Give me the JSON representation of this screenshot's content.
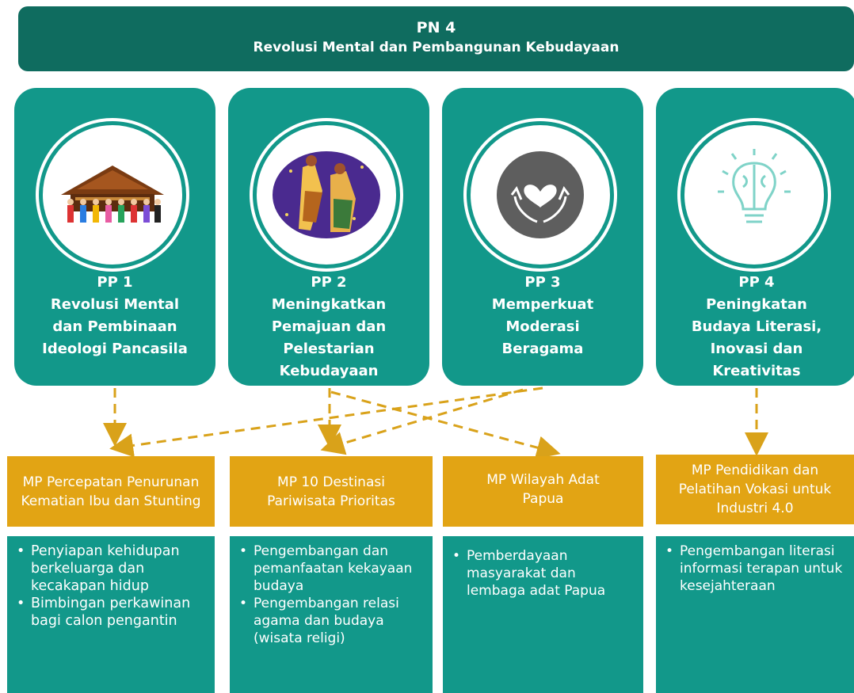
{
  "header": {
    "code": "PN 4",
    "title": "Revolusi Mental dan Pembangunan Kebudayaan"
  },
  "pillars": [
    {
      "code": "PP 1",
      "title": "Revolusi Mental dan Pembinaan Ideologi Pancasila",
      "icon": "traditional-house-people-icon"
    },
    {
      "code": "PP 2",
      "title": "Meningkatkan Pemajuan dan Pelestarian Kebudayaan",
      "icon": "traditional-dancers-icon"
    },
    {
      "code": "PP 3",
      "title": "Memperkuat Moderasi Beragama",
      "icon": "hands-heart-icon"
    },
    {
      "code": "PP 4",
      "title": "Peningkatan Budaya Literasi, Inovasi dan Kreativitas",
      "icon": "brain-lightbulb-icon"
    }
  ],
  "programs": [
    {
      "title": "MP Percepatan Penurunan Kematian Ibu dan Stunting",
      "items": [
        "Penyiapan kehidupan berkeluarga dan kecakapan hidup",
        "Bimbingan perkawinan bagi calon pengantin"
      ]
    },
    {
      "title": "MP 10 Destinasi Pariwisata Prioritas",
      "items": [
        "Pengembangan dan pemanfaatan kekayaan budaya",
        "Pengembangan relasi agama dan budaya (wisata religi)"
      ]
    },
    {
      "title": "MP Wilayah Adat Papua",
      "items": [
        "Pemberdayaan masyarakat dan lembaga adat Papua"
      ]
    },
    {
      "title": "MP Pendidikan dan Pelatihan Vokasi untuk Industri 4.0",
      "items": [
        "Pengembangan literasi informasi terapan untuk kesejahteraan"
      ]
    }
  ],
  "colors": {
    "banner": "#0f6c5f",
    "teal": "#12988a",
    "gold": "#e2a414",
    "arrow": "#d9a21a"
  }
}
